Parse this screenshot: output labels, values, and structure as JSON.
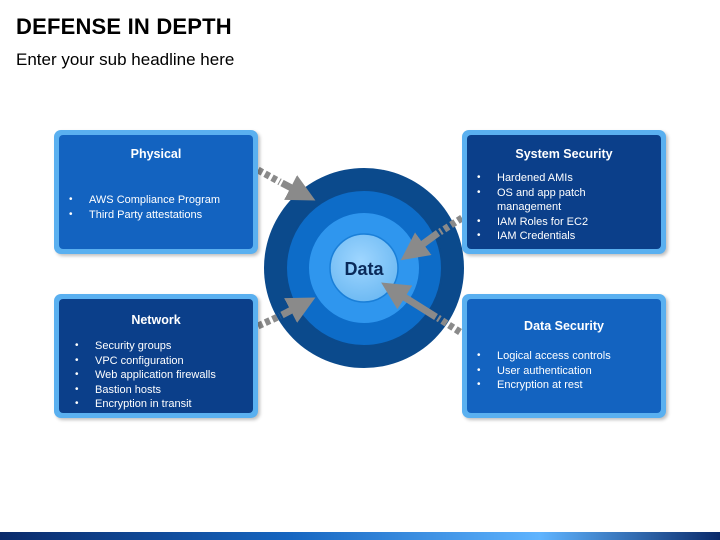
{
  "header": {
    "title": "DEFENSE IN DEPTH",
    "subtitle": "Enter your sub headline here"
  },
  "center": {
    "label": "Data"
  },
  "cards": {
    "physical": {
      "title": "Physical",
      "items": [
        "AWS Compliance Program",
        "Third Party attestations"
      ]
    },
    "network": {
      "title": "Network",
      "items": [
        "Security groups",
        "VPC configuration",
        "Web application firewalls",
        "Bastion hosts",
        "Encryption in transit"
      ]
    },
    "system_security": {
      "title": "System Security",
      "items": [
        "Hardened AMIs",
        "OS and app patch management",
        "IAM Roles for EC2",
        "IAM Credentials"
      ]
    },
    "data_security": {
      "title": "Data Security",
      "items": [
        "Logical access controls",
        "User authentication",
        "Encryption at rest"
      ]
    }
  },
  "colors": {
    "outer_ring": "#0b4a8c",
    "middle_ring": "#0d6cc8",
    "inner_ring": "#2f96ee",
    "core": "#7cc4f8",
    "card_border": "#5ab0f0",
    "card_dark": "#0b3f8a",
    "card_mid": "#1363c0",
    "arrow": "#8a8a8a"
  }
}
